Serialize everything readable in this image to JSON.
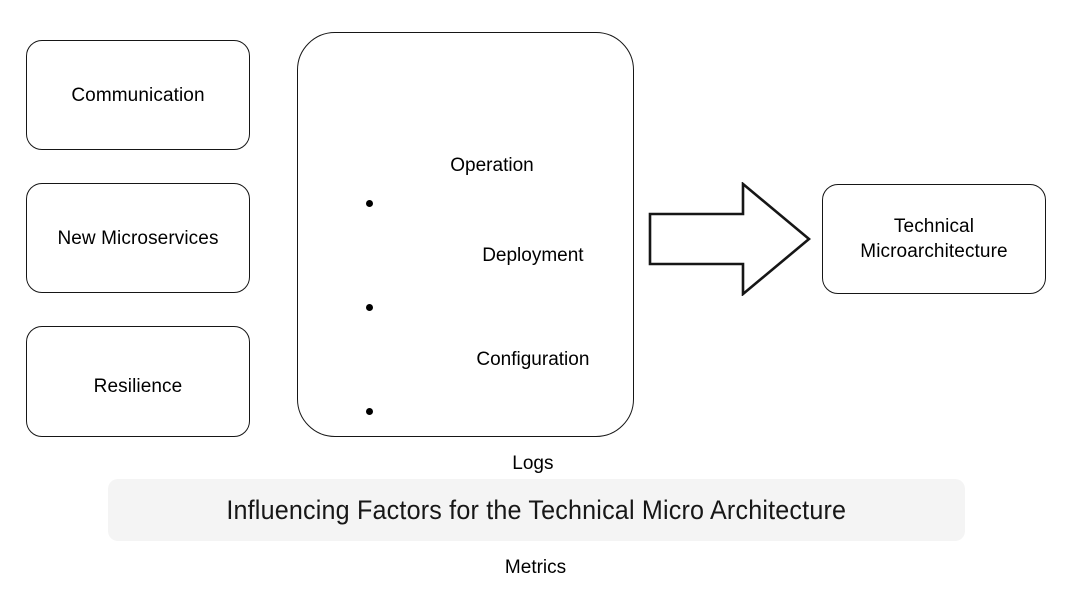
{
  "diagram": {
    "caption": "Influencing Factors for the Technical Micro Architecture",
    "factors": [
      {
        "label": "Communication"
      },
      {
        "label": "New Microservices"
      },
      {
        "label": "Resilience"
      }
    ],
    "operation": {
      "title": "Operation",
      "items": [
        "Deployment",
        "Configuration",
        "Logs",
        " Metrics"
      ]
    },
    "arrow": {
      "icon": "right-block-arrow-icon",
      "direction": "right"
    },
    "result": {
      "label": "Technical\nMicroarchitecture"
    },
    "colors": {
      "stroke": "#161616",
      "node_fill": "#ffffff",
      "caption_fill": "#f4f4f4",
      "text": "#000000",
      "background": "#ffffff"
    }
  }
}
